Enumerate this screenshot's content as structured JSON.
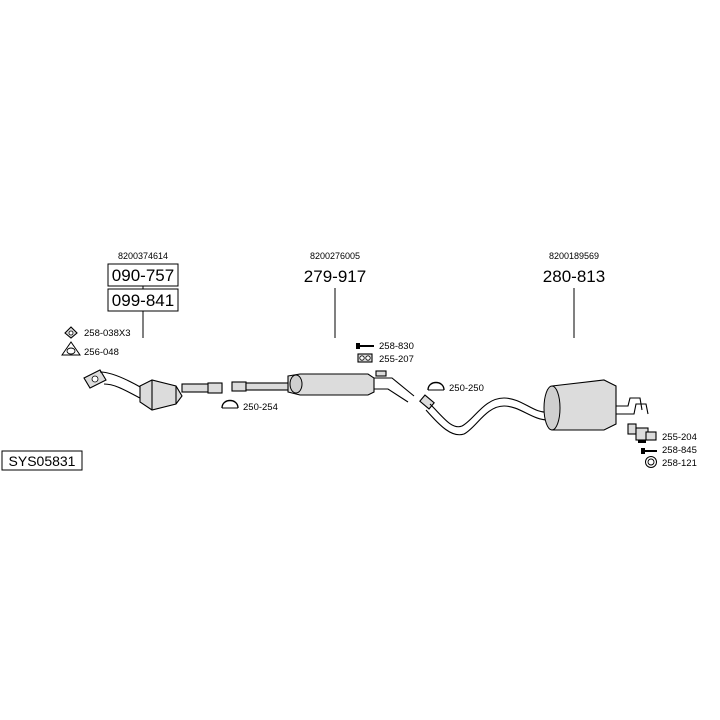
{
  "system_code": "SYS05831",
  "groups": [
    {
      "oem": "8200374614",
      "parts": [
        "090-757",
        "099-841"
      ]
    },
    {
      "oem": "8200276005",
      "parts": [
        "279-917"
      ]
    },
    {
      "oem": "8200189569",
      "parts": [
        "280-813"
      ]
    }
  ],
  "accessories": {
    "front_gasket": "258-038X3",
    "front_ring": "256-048",
    "clamp_front": "250-254",
    "bolt_mid": "258-830",
    "rubber_mid": "255-207",
    "clamp_mid": "250-250",
    "rubber_rear": "255-204",
    "bolt_rear": "258-845",
    "ring_rear": "258-121"
  }
}
